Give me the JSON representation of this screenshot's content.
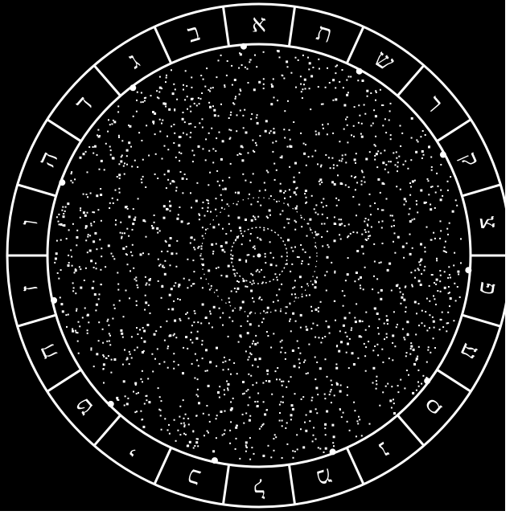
{
  "diagram": {
    "colors": {
      "background": "#000000",
      "lines": "#ffffff",
      "page": "#ffffff"
    },
    "ring_letters": [
      "א",
      "ב",
      "ג",
      "ד",
      "ה",
      "ו",
      "ז",
      "ח",
      "ט",
      "י",
      "כ",
      "ל",
      "מ",
      "נ",
      "ס",
      "ע",
      "פ",
      "צ",
      "ק",
      "ר",
      "ש",
      "ת"
    ],
    "segment_count": 22
  }
}
